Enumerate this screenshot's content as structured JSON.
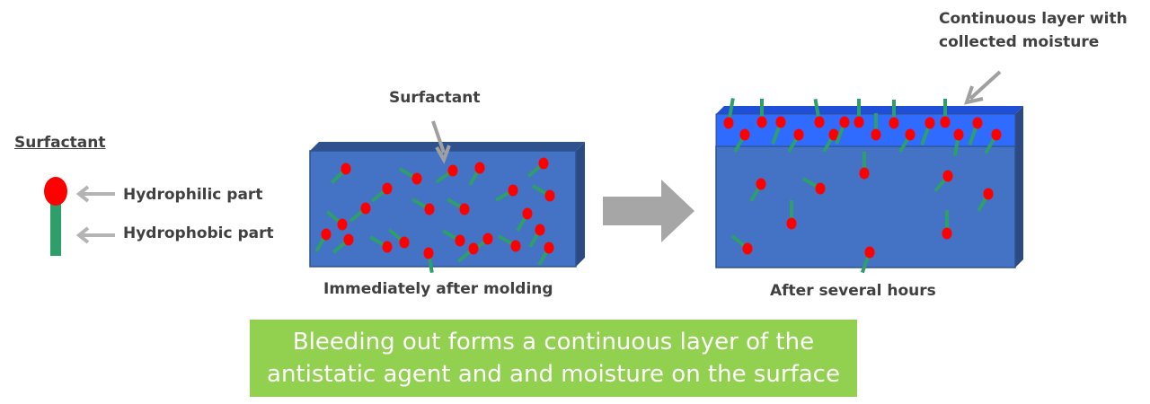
{
  "legend": {
    "title": "Surfactant",
    "hydrophilic_label": "Hydrophilic part",
    "hydrophobic_label": "Hydrophobic part"
  },
  "left_block": {
    "pointer_label": "Surfactant",
    "caption": "Immediately after molding"
  },
  "right_block": {
    "layer_label_line1": "Continuous layer with",
    "layer_label_line2": "collected moisture",
    "caption": "After several hours"
  },
  "banner": {
    "line1": "Bleeding out forms a continuous layer of the",
    "line2": "antistatic agent and and moisture on the surface"
  },
  "colors": {
    "block_blue": "#4472c4",
    "layer_blue": "#2f6bff",
    "head_red": "#ff0000",
    "tail_green": "#2e9e6a",
    "arrow_gray": "#a6a6a6",
    "banner_green": "#92d050"
  }
}
